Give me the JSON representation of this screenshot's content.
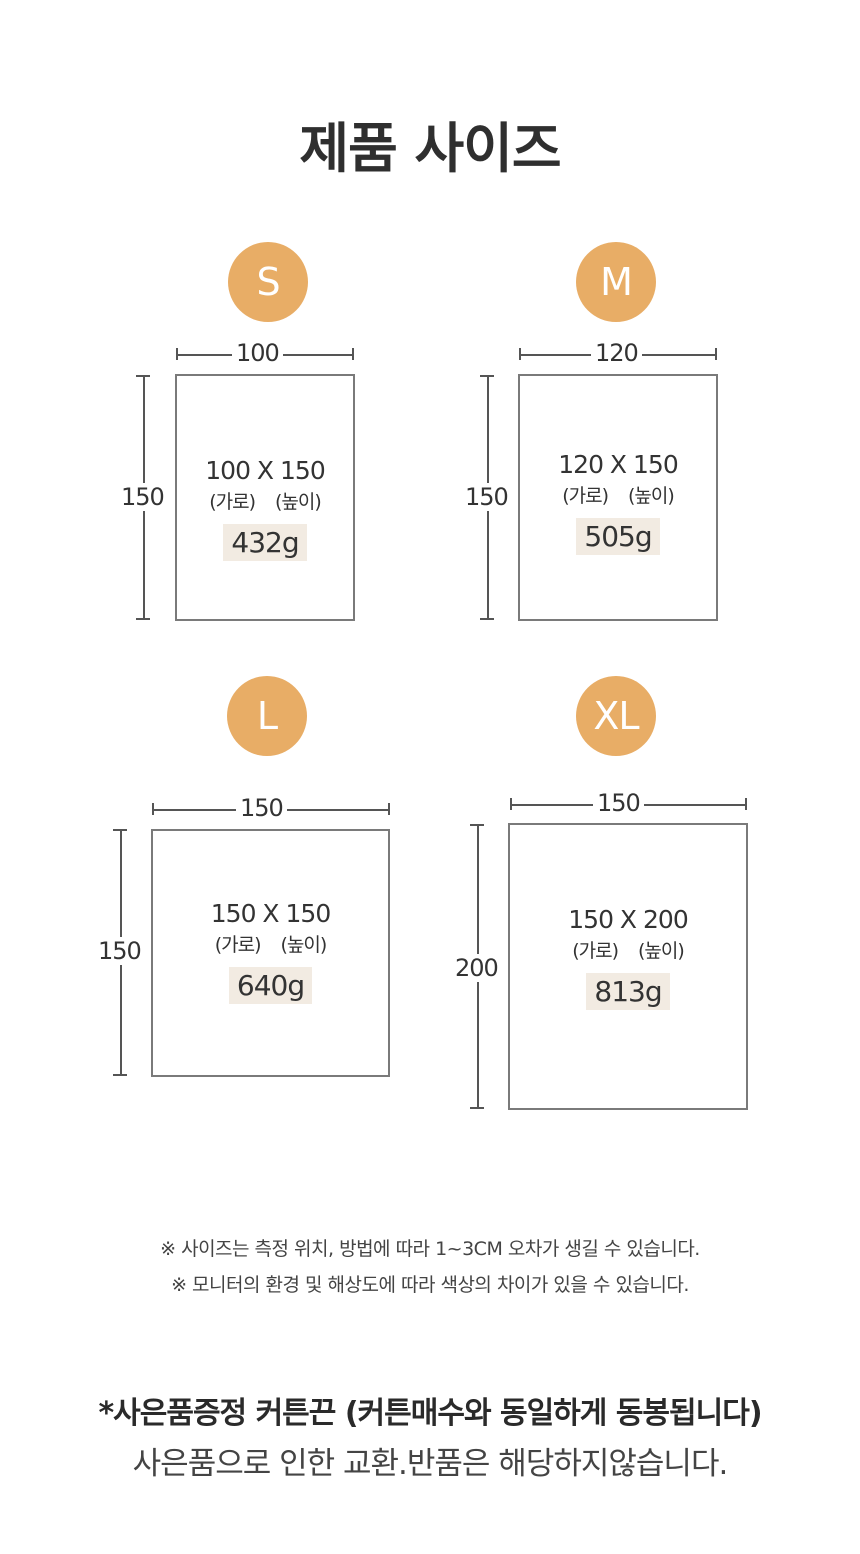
{
  "title": "제품 사이즈",
  "sizes": [
    {
      "badge": "S",
      "width_label": "100",
      "height_label": "150",
      "dimensions": "100 X 150",
      "width_word": "(가로)",
      "height_word": "(높이)",
      "weight": "432g"
    },
    {
      "badge": "M",
      "width_label": "120",
      "height_label": "150",
      "dimensions": "120 X 150",
      "width_word": "(가로)",
      "height_word": "(높이)",
      "weight": "505g"
    },
    {
      "badge": "L",
      "width_label": "150",
      "height_label": "150",
      "dimensions": "150 X 150",
      "width_word": "(가로)",
      "height_word": "(높이)",
      "weight": "640g"
    },
    {
      "badge": "XL",
      "width_label": "150",
      "height_label": "200",
      "dimensions": "150 X 200",
      "width_word": "(가로)",
      "height_word": "(높이)",
      "weight": "813g"
    }
  ],
  "notes": [
    "※ 사이즈는 측정 위치, 방법에 따라 1~3CM 오차가 생길 수 있습니다.",
    "※ 모니터의 환경 및 해상도에 따라 색상의 차이가 있을 수 있습니다."
  ],
  "gift": {
    "title": "*사은품증정 커튼끈 (커튼매수와 동일하게 동봉됩니다)",
    "subtitle": "사은품으로 인한 교환.반품은 해당하지않습니다."
  },
  "colors": {
    "badge": "#e8ad66",
    "weight_bg": "#f2ebe2",
    "text": "#333333"
  }
}
